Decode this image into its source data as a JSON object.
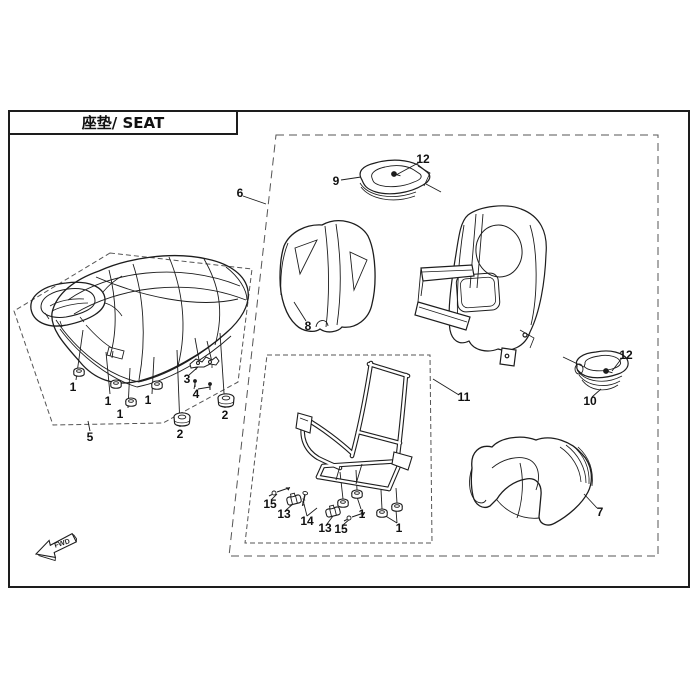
{
  "page": {
    "title": "座垫/ SEAT",
    "fwd_label": "FWD"
  },
  "colors": {
    "line": "#1d1d1d",
    "dash": "#555555",
    "background": "#ffffff"
  },
  "callouts": [
    {
      "label": "1"
    },
    {
      "label": "1"
    },
    {
      "label": "1"
    },
    {
      "label": "1"
    },
    {
      "label": "2"
    },
    {
      "label": "2"
    },
    {
      "label": "3"
    },
    {
      "label": "4"
    },
    {
      "label": "5"
    },
    {
      "label": "6"
    },
    {
      "label": "8"
    },
    {
      "label": "9"
    },
    {
      "label": "12"
    },
    {
      "label": "11"
    },
    {
      "label": "12"
    },
    {
      "label": "10"
    },
    {
      "label": "7"
    },
    {
      "label": "15"
    },
    {
      "label": "13"
    },
    {
      "label": "14"
    },
    {
      "label": "13"
    },
    {
      "label": "15"
    },
    {
      "label": "1"
    },
    {
      "label": "1"
    }
  ]
}
